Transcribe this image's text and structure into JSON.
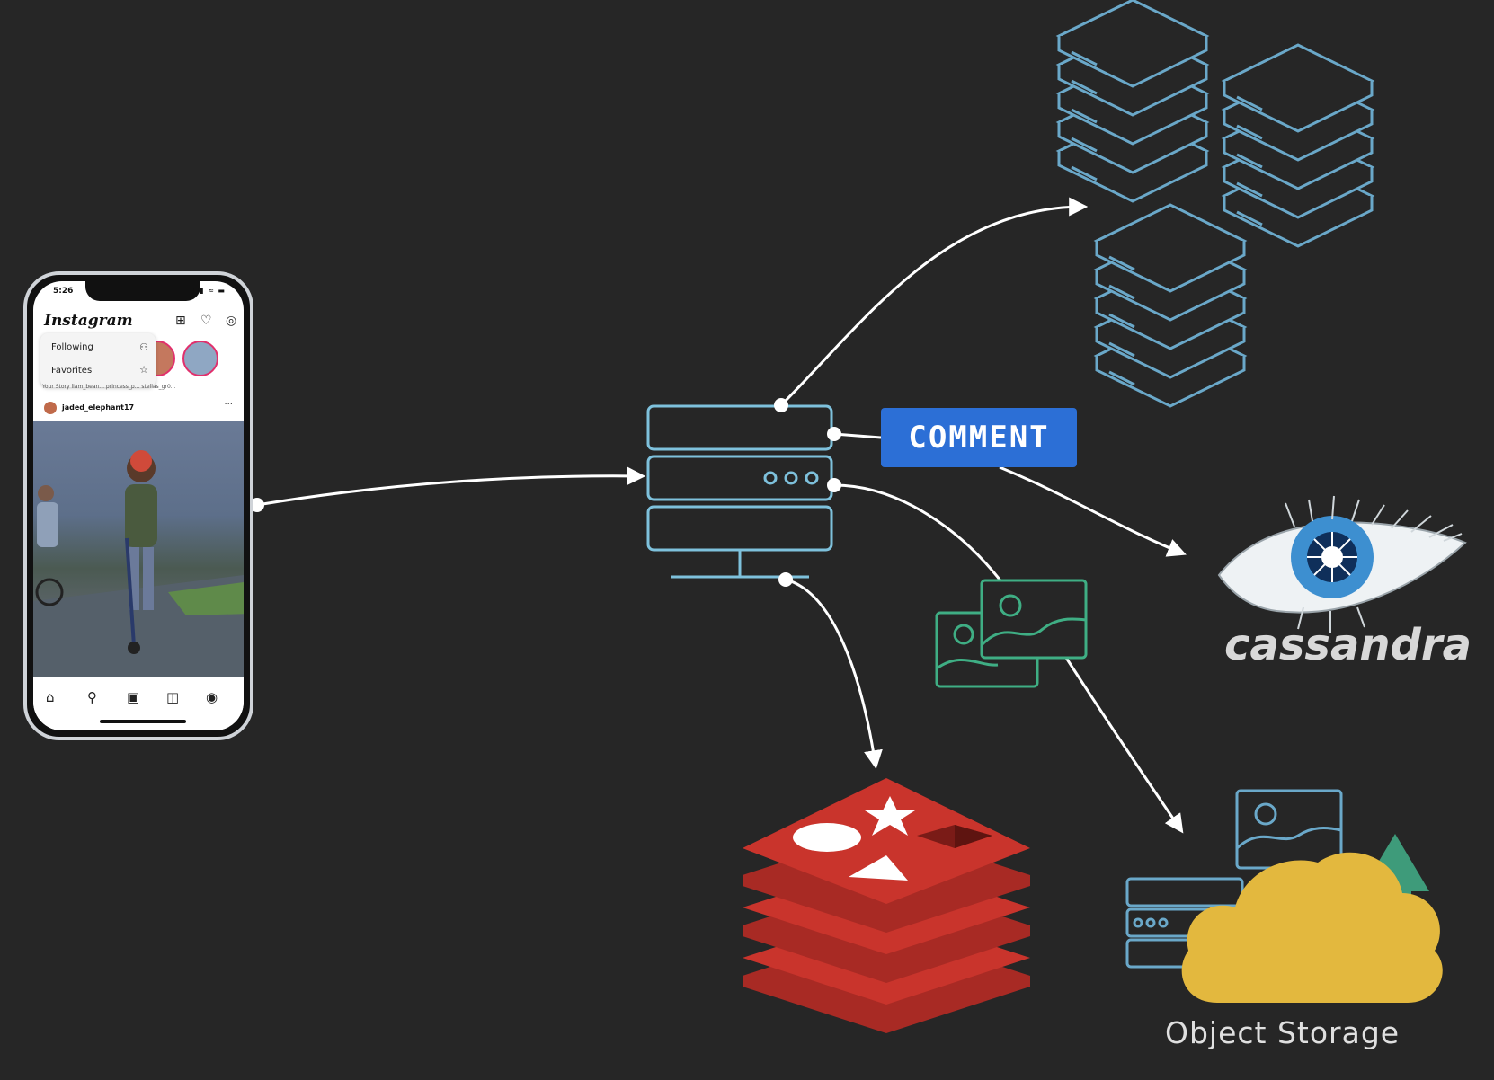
{
  "phone": {
    "time": "5:26",
    "app_name": "Instagram",
    "menu_following": "Following",
    "menu_favorites": "Favorites",
    "story_labels": "Your Story    liam_bean...   princess_p...   stellas_gr0...",
    "post_username": "jaded_elephant17"
  },
  "labels": {
    "comment": "COMMENT",
    "cassandra": "cassandra",
    "object_storage": "Object Storage"
  },
  "colors": {
    "background": "#262626",
    "server_outline": "#7ec1dc",
    "database_outline": "#6aa8c9",
    "image_outline": "#3fae84",
    "arrow": "#ffffff",
    "comment_badge": "#2c6fd6",
    "redis": "#c9342c",
    "cloud": "#e3b83e",
    "upload_arrow": "#3e9b7a"
  },
  "icons": {
    "phone_tabs": [
      "home-icon",
      "search-icon",
      "reels-icon",
      "shop-icon",
      "profile-icon"
    ],
    "nodes": [
      "server-icon",
      "database-cluster-icon",
      "cassandra-eye-icon",
      "image-icon",
      "redis-icon",
      "cloud-icon",
      "upload-arrow-icon"
    ]
  }
}
